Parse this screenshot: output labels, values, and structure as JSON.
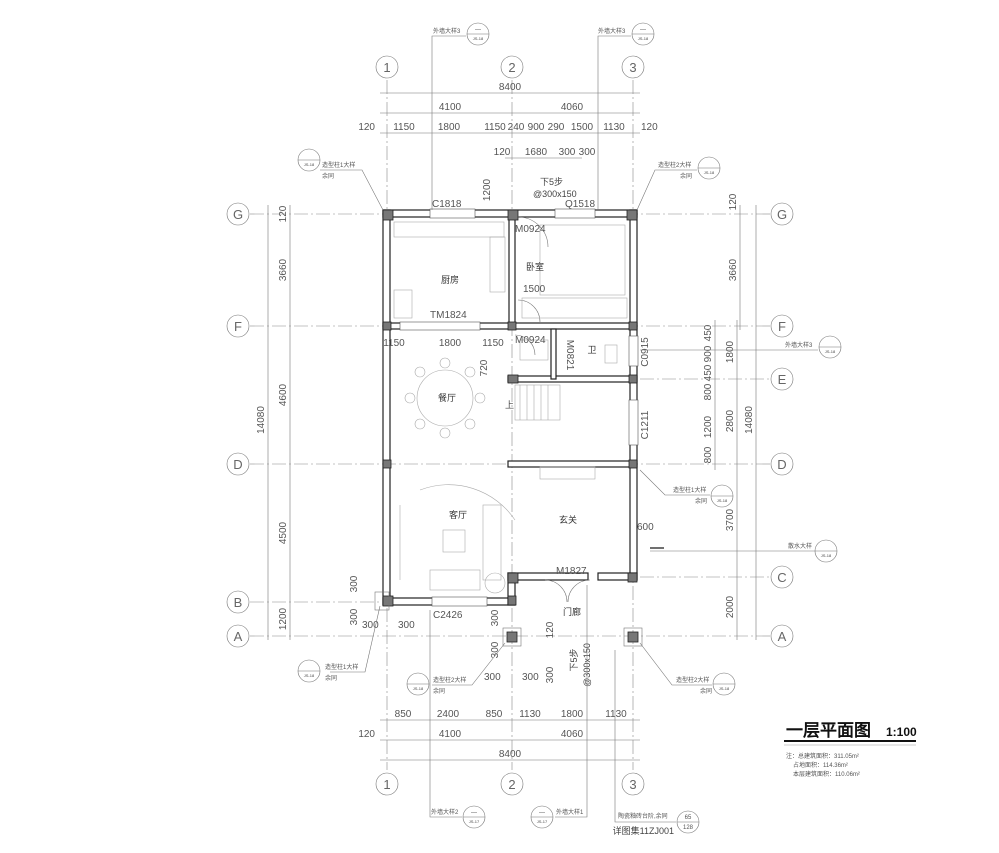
{
  "title": {
    "name": "一层平面图",
    "scale": "1:100"
  },
  "notes": [
    "注：总建筑面积：311.05m²",
    "占地面积：114.36m²",
    "本层建筑面积：110.06m²"
  ],
  "axes": {
    "cols": [
      "1",
      "2",
      "3"
    ],
    "rows": [
      "G",
      "F",
      "E",
      "D",
      "C",
      "B",
      "A"
    ]
  },
  "dims_top": {
    "overall": "8400",
    "spans": [
      "4100",
      "4060"
    ],
    "edge": [
      "120",
      "120"
    ],
    "detail": [
      "1150",
      "1800",
      "1150",
      "240",
      "900",
      "290",
      "1500",
      "1130"
    ],
    "inner": [
      "120",
      "1680",
      "300",
      "300"
    ],
    "vertical": "1200"
  },
  "dims_bottom": {
    "detail": [
      "850",
      "2400",
      "850",
      "1130",
      "1800",
      "1130"
    ],
    "spans": [
      "4100",
      "4060"
    ],
    "overall": "8400",
    "edge": "120"
  },
  "dims_left": {
    "overall": "14080",
    "spans": [
      "3660",
      "4600",
      "4500",
      "1200"
    ],
    "edge": "120",
    "col": [
      "300",
      "300",
      "300",
      "300"
    ]
  },
  "dims_right": {
    "detail": [
      "450",
      "900",
      "450",
      "800",
      "1200",
      "800"
    ],
    "mid": [
      "1800",
      "2800",
      "3700",
      "2000"
    ],
    "span": "3660",
    "overall": "14080",
    "edge": "120",
    "offset": "600"
  },
  "dims_inner": {
    "kitchen_row": [
      "1150",
      "1800",
      "1150"
    ],
    "dining": "720",
    "bedroom": "1500",
    "porch": [
      "300",
      "300",
      "300",
      "120",
      "300",
      "300"
    ]
  },
  "rooms": {
    "kitchen": "厨房",
    "bedroom": "卧室",
    "dining": "餐厅",
    "bath": "卫",
    "living": "客厅",
    "foyer": "玄关",
    "porch": "门廊"
  },
  "openings": {
    "c1818": "C1818",
    "q1518": "Q1518",
    "m0924a": "M0924",
    "tm1824": "TM1824",
    "m0924b": "M0924",
    "m0821": "M0821",
    "c0915": "C0915",
    "c1211": "C1211",
    "m1827": "M1827",
    "c2426": "C2426"
  },
  "steps": {
    "top_down": "下5步",
    "top_size": "@300x150",
    "porch_down": "下5步",
    "porch_size": "@300x150",
    "stair_up": "上"
  },
  "callouts": {
    "wall3": "外墙大样3",
    "wall3_ref": "JS-18",
    "dash": "—",
    "col1": "造型柱1大样",
    "col2": "造型柱2大样",
    "same": "余同",
    "col_ref": "JS-18",
    "drain": "散水大样",
    "drain_ref": "JS-18",
    "wall2": "外墙大样2",
    "wall1": "外墙大样1",
    "wall_ref17": "JS-17",
    "stairs_note": "陶瓷釉砖台阶,余同",
    "atlas": "详图集11ZJ001",
    "atlas_top": "65",
    "atlas_bot": "128"
  }
}
